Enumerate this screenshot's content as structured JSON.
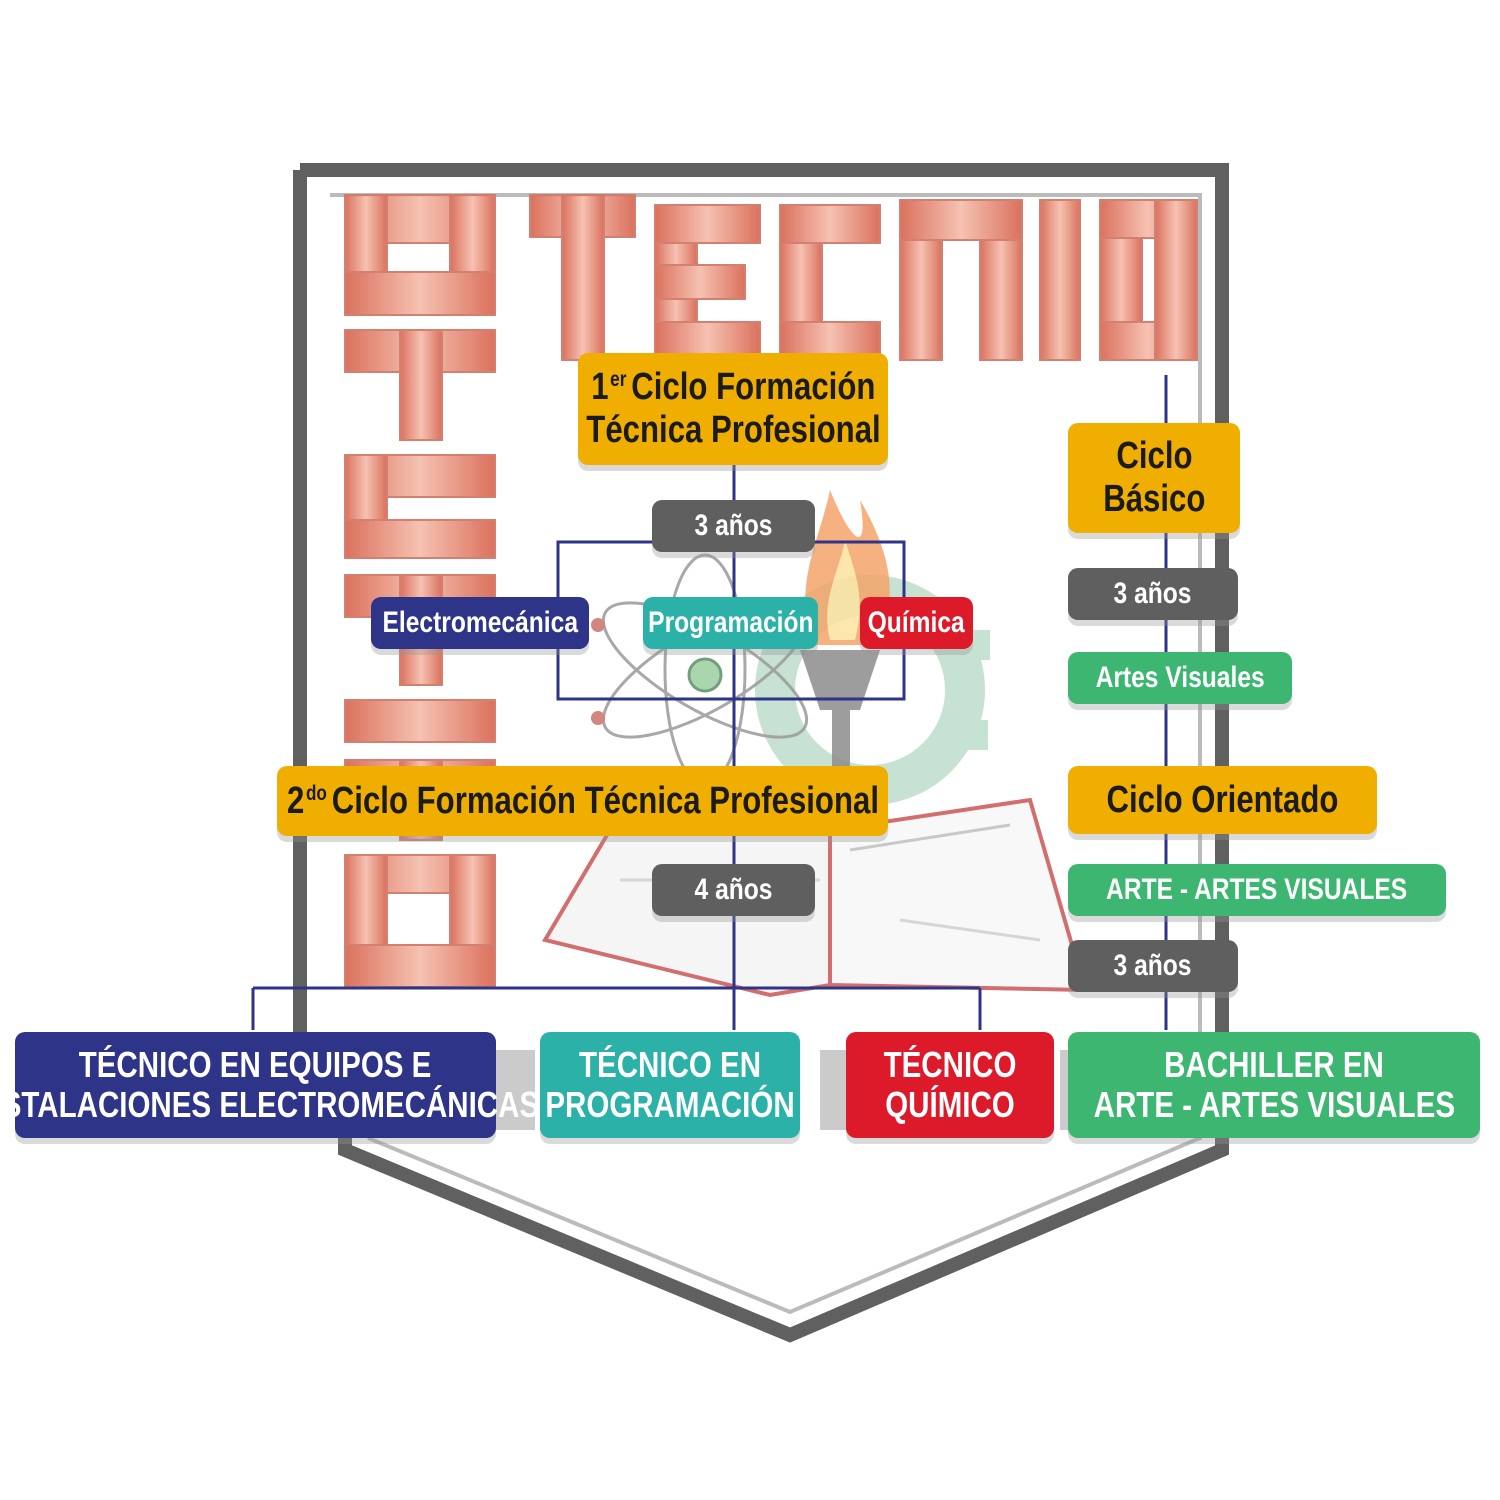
{
  "crest": {
    "word_top": "TECNICO",
    "word_left": "INSTITUTO",
    "colors": {
      "letters": "#E98E78",
      "frame": "#5f5f5f",
      "gear": "#9fcfb2"
    }
  },
  "colors": {
    "orange": "#F0AE00",
    "gray": "#5f5f5f",
    "navy": "#2E3487",
    "teal": "#2BB1A7",
    "red": "#DD1A2A",
    "green": "#3CB670",
    "line": "#2E3487"
  },
  "left_branch": {
    "first_cycle": {
      "ordinal": "1",
      "ordinal_suffix": "er",
      "line1": "Ciclo Formación",
      "line2": "Técnica Profesional"
    },
    "first_cycle_duration": "3 años",
    "specialties": [
      "Electromecánica",
      "Programación",
      "Química"
    ],
    "second_cycle": {
      "ordinal": "2",
      "ordinal_suffix": "do",
      "text": "Ciclo Formación Técnica Profesional"
    },
    "second_cycle_duration": "4 años",
    "titles": [
      {
        "line1": "TÉCNICO EN EQUIPOS E",
        "line2": "INSTALACIONES ELECTROMECÁNICAS"
      },
      {
        "line1": "TÉCNICO EN",
        "line2": "PROGRAMACIÓN"
      },
      {
        "line1": "TÉCNICO",
        "line2": "QUÍMICO"
      }
    ]
  },
  "right_branch": {
    "basic_cycle": {
      "line1": "Ciclo",
      "line2": "Básico"
    },
    "basic_cycle_duration": "3 años",
    "basic_specialty": "Artes Visuales",
    "oriented_cycle": "Ciclo Orientado",
    "oriented_specialty": "ARTE - ARTES VISUALES",
    "oriented_duration": "3 años",
    "title": {
      "line1": "BACHILLER EN",
      "line2": "ARTE - ARTES VISUALES"
    }
  }
}
